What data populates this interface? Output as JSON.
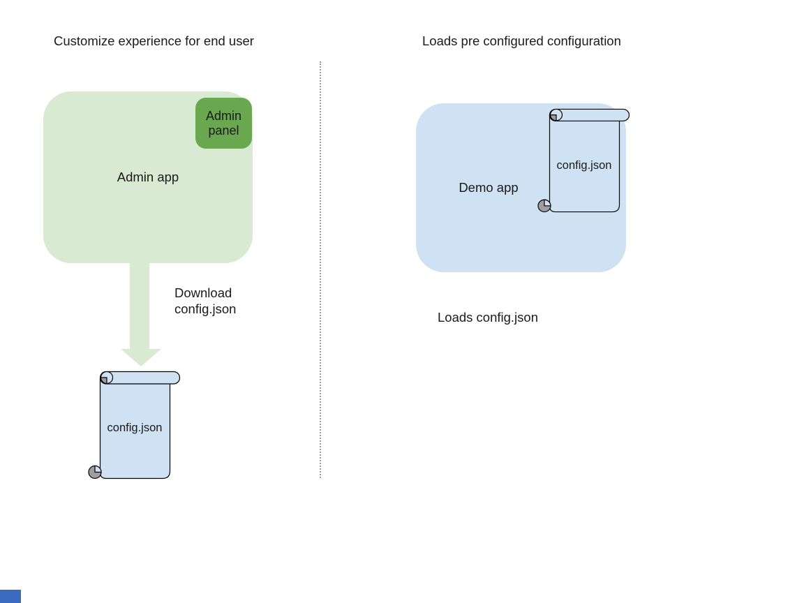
{
  "colors": {
    "app_green_light": "#d9ead3",
    "app_green_dark": "#6aa84f",
    "app_blue_light": "#cfe2f3",
    "scroll_curl_gray": "#9e9e9e",
    "divider_gray": "#999999",
    "corner_marker_blue": "#3a6bc0",
    "text": "#1a1a1a"
  },
  "left_section": {
    "title": "Customize experience for end user",
    "admin_app_label": "Admin app",
    "admin_panel_label": "Admin panel",
    "arrow_label_line1": "Download",
    "arrow_label_line2": "config.json",
    "config_file_label": "config.json"
  },
  "right_section": {
    "title": "Loads pre configured configuration",
    "demo_app_label": "Demo app",
    "config_file_label": "config.json",
    "caption": "Loads config.json"
  }
}
